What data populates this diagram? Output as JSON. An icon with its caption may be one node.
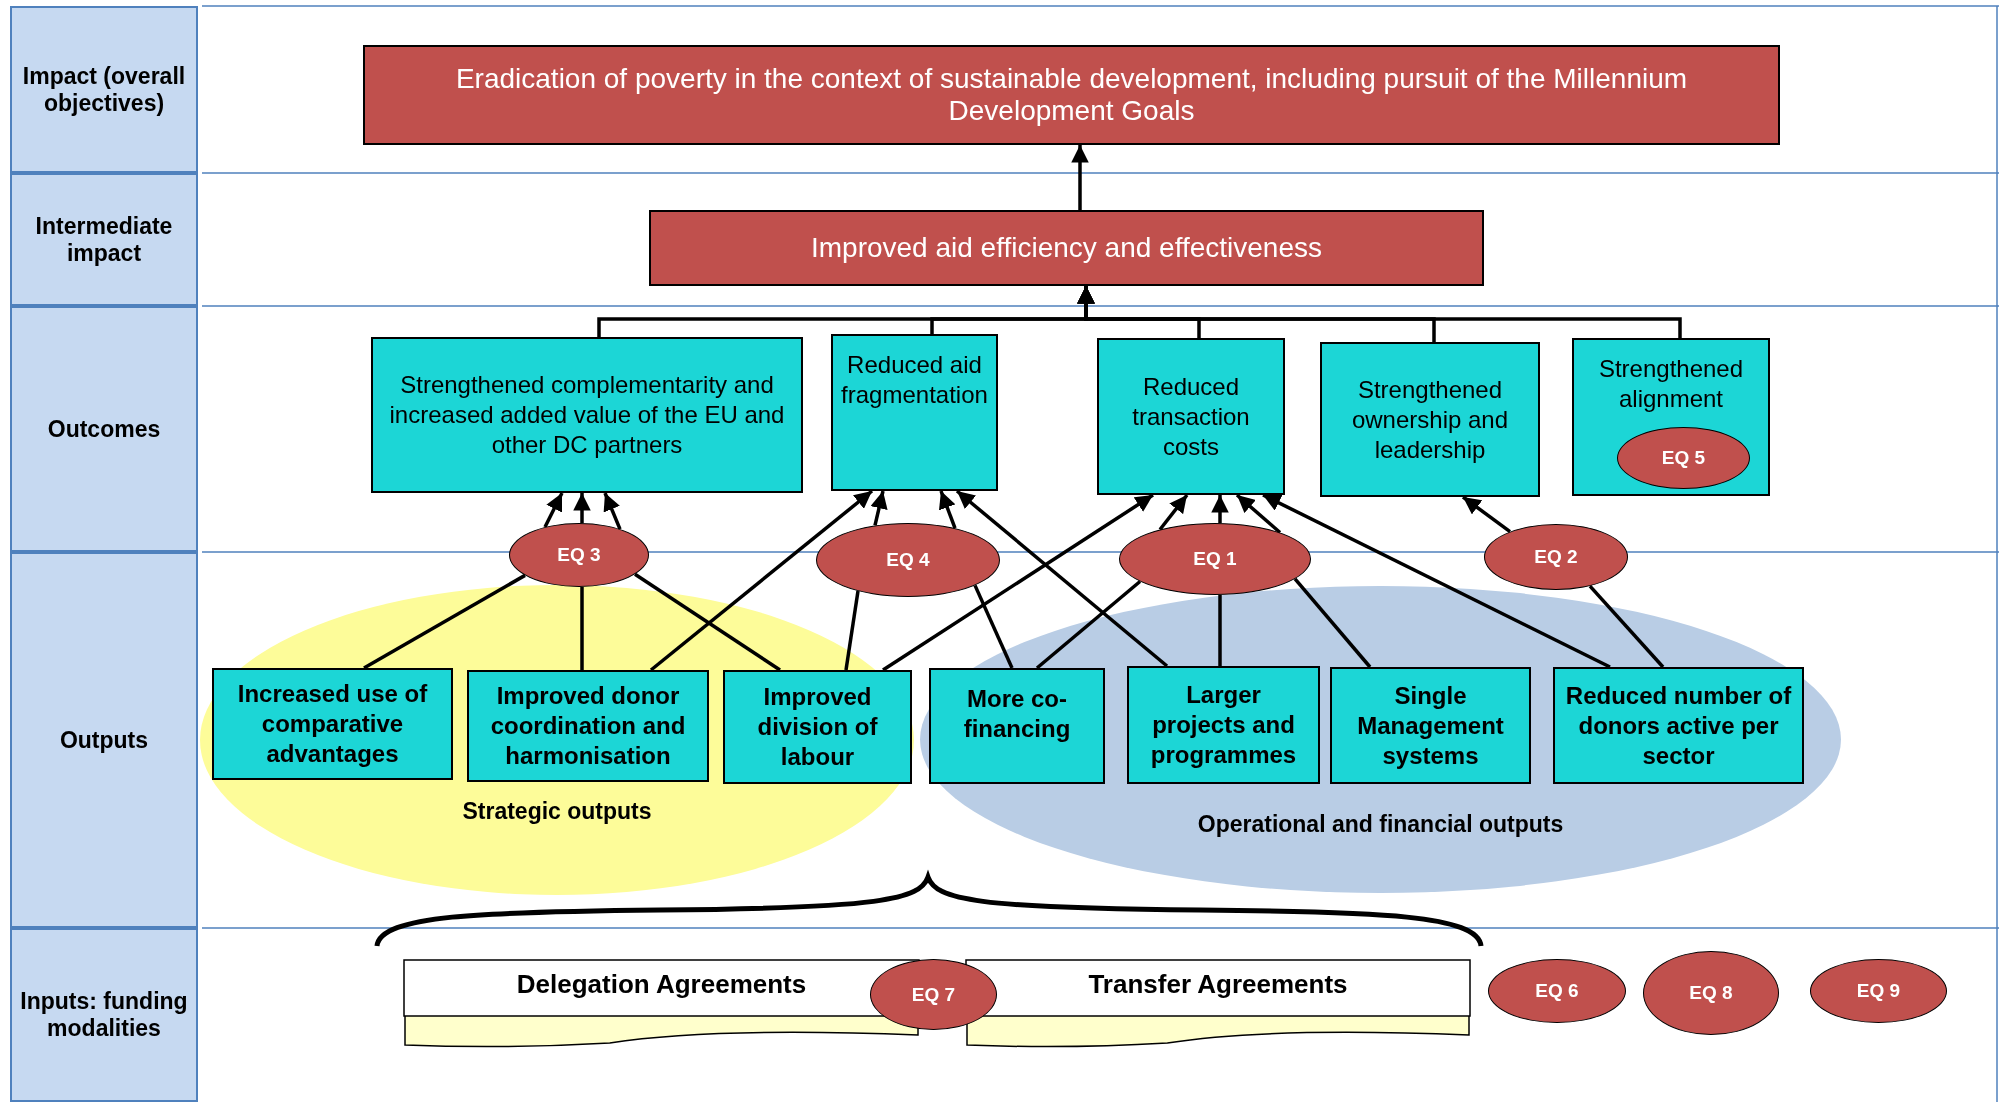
{
  "diagram": {
    "nodes": [
      {
        "text": [
          "Impact (overall objectives)"
        ]
      },
      {
        "text": [
          "Eradication of poverty in the context of sustainable development, including pursuit of the Millennium Development Goals"
        ]
      },
      {
        "text": [
          "Intermediate impact"
        ]
      },
      {
        "text": [
          "Improved aid efficiency and effectiveness"
        ]
      },
      {
        "text": [
          "Outcomes"
        ]
      },
      {
        "text": [
          "Strengthened complementarity and increased added value of the EU and other DC partners"
        ]
      },
      {
        "text": [
          "Reduced aid fragmentation"
        ]
      },
      {
        "text": [
          "Reduced transaction costs"
        ]
      },
      {
        "text": [
          "Strengthened ownership and leadership"
        ]
      },
      {
        "text": [
          "Strengthened alignment"
        ]
      },
      {
        "text": [
          "EQ 5"
        ],
        "in": 9
      },
      {
        "text": [
          "EQ 3"
        ]
      },
      {
        "text": [
          "EQ 4"
        ]
      },
      {
        "text": [
          "EQ 1"
        ]
      },
      {
        "text": [
          "EQ 2"
        ]
      },
      {
        "text": [
          "Outputs"
        ]
      },
      {
        "text": [
          "Increased use of comparative advantages"
        ],
        "in": 23
      },
      {
        "text": [
          "Improved donor coordination and harmonisation"
        ],
        "in": 23
      },
      {
        "text": [
          "Improved division of labour"
        ],
        "in": 23
      },
      {
        "text": [
          "More co-financing"
        ],
        "in": 24
      },
      {
        "text": [
          "Larger projects and programmes"
        ],
        "in": 24
      },
      {
        "text": [
          "Single Management systems"
        ],
        "in": 24
      },
      {
        "text": [
          "Reduced number of donors active per sector"
        ],
        "in": 24
      },
      {
        "text": [
          "Strategic outputs"
        ]
      },
      {
        "text": [
          "Operational and financial outputs"
        ]
      },
      {
        "text": [
          "Inputs: funding modalities"
        ]
      },
      {
        "text": [
          "Delegation Agreements"
        ]
      },
      {
        "text": [
          "EQ 7"
        ]
      },
      {
        "text": [
          "Transfer Agreements"
        ]
      },
      {
        "text": [
          "EQ 6"
        ]
      },
      {
        "text": [
          "EQ 8"
        ]
      },
      {
        "text": [
          "EQ 9"
        ]
      }
    ],
    "edges": [
      {
        "from": 3,
        "to": 1,
        "arrow": "to"
      },
      {
        "from": 5,
        "to": 3,
        "arrow": "to"
      },
      {
        "from": 6,
        "to": 3,
        "arrow": "to"
      },
      {
        "from": 7,
        "to": 3,
        "arrow": "to"
      },
      {
        "from": 8,
        "to": 3,
        "arrow": "to"
      },
      {
        "from": 9,
        "to": 3,
        "arrow": "to"
      },
      {
        "from": 16,
        "to": 11,
        "arrow": "none"
      },
      {
        "from": 17,
        "to": 11,
        "arrow": "none"
      },
      {
        "from": 18,
        "to": 11,
        "arrow": "none"
      },
      {
        "from": 11,
        "to": 5,
        "arrow": "to"
      },
      {
        "from": 11,
        "to": 5,
        "arrow": "to"
      },
      {
        "from": 11,
        "to": 5,
        "arrow": "to"
      },
      {
        "from": 17,
        "to": 6,
        "arrow": "to"
      },
      {
        "from": 18,
        "to": 12,
        "arrow": "none"
      },
      {
        "from": 19,
        "to": 12,
        "arrow": "none"
      },
      {
        "from": 12,
        "to": 6,
        "arrow": "to"
      },
      {
        "from": 12,
        "to": 6,
        "arrow": "to"
      },
      {
        "from": 20,
        "to": 6,
        "arrow": "to"
      },
      {
        "from": 18,
        "to": 7,
        "arrow": "to"
      },
      {
        "from": 19,
        "to": 13,
        "arrow": "none"
      },
      {
        "from": 20,
        "to": 13,
        "arrow": "none"
      },
      {
        "from": 21,
        "to": 13,
        "arrow": "none"
      },
      {
        "from": 13,
        "to": 7,
        "arrow": "to"
      },
      {
        "from": 13,
        "to": 7,
        "arrow": "to"
      },
      {
        "from": 13,
        "to": 7,
        "arrow": "to"
      },
      {
        "from": 22,
        "to": 7,
        "arrow": "to"
      },
      {
        "from": 22,
        "to": 14,
        "arrow": "none"
      },
      {
        "from": 14,
        "to": 8,
        "arrow": "to"
      }
    ]
  }
}
